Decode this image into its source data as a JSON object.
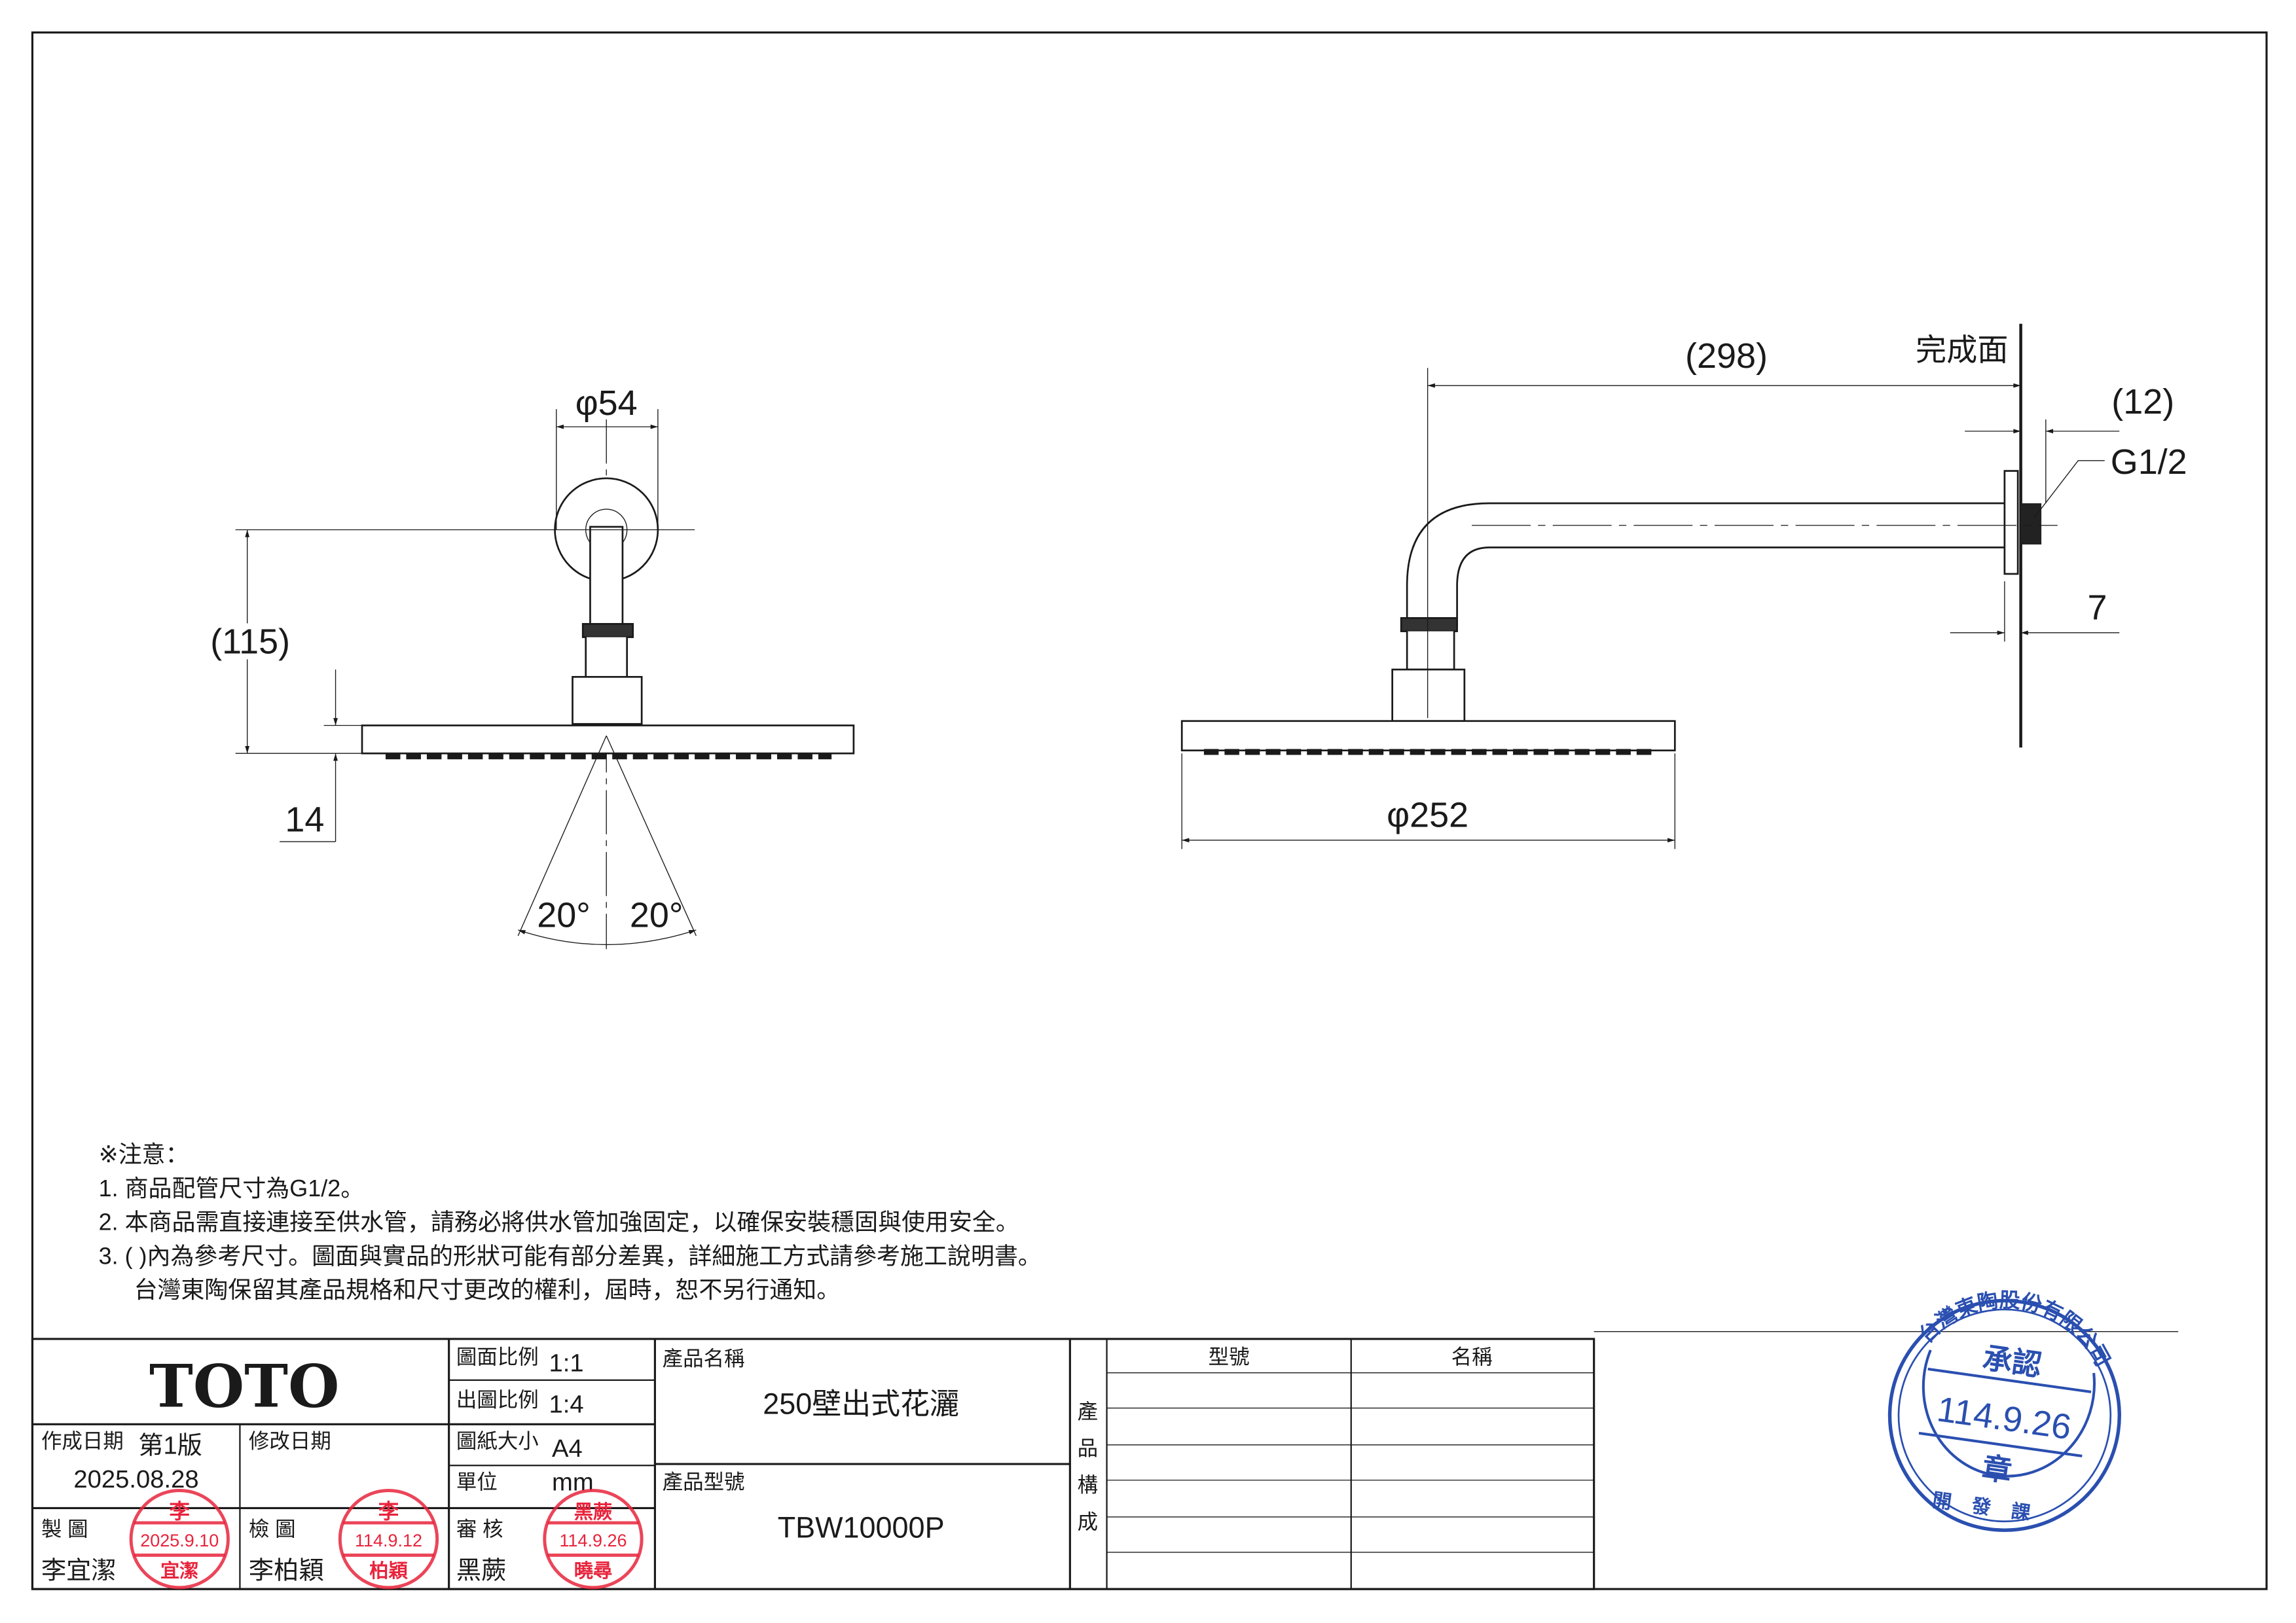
{
  "dimensions": {
    "front_escutcheon_dia": "φ54",
    "front_height": "(115)",
    "head_thickness": "14",
    "spray_angle_left": "20°",
    "spray_angle_right": "20°",
    "arm_length": "(298)",
    "finish_surface": "完成面",
    "thread_length": "(12)",
    "thread_size": "G1/2",
    "flange_offset": "7",
    "head_dia": "φ252"
  },
  "notes": {
    "title": "※注意：",
    "items": [
      "1.  商品配管尺寸為G1/2。",
      "2.  本商品需直接連接至供水管，請務必將供水管加強固定，以確保安裝穩固與使用安全。",
      "3.  (      )內為參考尺寸。圖面與實品的形狀可能有部分差異，詳細施工方式請參考施工說明書。",
      "台灣東陶保留其產品規格和尺寸更改的權利，屆時，恕不另行通知。"
    ]
  },
  "title_block": {
    "logo": "TOTO",
    "drawing_scale_label": "圖面比例",
    "drawing_scale": "1:1",
    "print_scale_label": "出圖比例",
    "print_scale": "1:4",
    "paper_size_label": "圖紙大小",
    "paper_size": "A4",
    "unit_label": "單位",
    "unit": "mm",
    "created_label": "作成日期",
    "version": "第1版",
    "created_date": "2025.08.28",
    "revised_label": "修改日期",
    "drawn_label": "製  圖",
    "drawn_by": "李宜潔",
    "checked_label": "檢  圖",
    "checked_by": "李柏穎",
    "reviewed_label": "審  核",
    "reviewed_by": "黑蕨",
    "product_name_label": "產品名稱",
    "product_name": "250壁出式花灑",
    "product_model_label": "產品型號",
    "product_model": "TBW10000P",
    "composition_label": [
      "產",
      "品",
      "構",
      "成"
    ],
    "composition_headers": [
      "型號",
      "名稱"
    ]
  },
  "stamps": {
    "drawn": {
      "surname": "李",
      "date": "2025.9.10",
      "name": "宜潔"
    },
    "checked": {
      "surname": "李",
      "date": "114.9.12",
      "name": "柏穎"
    },
    "reviewed": {
      "surname": "黑蕨",
      "date": "114.9.26",
      "name": "曉尋"
    },
    "approval": {
      "ring": "台灣東陶股份有限公司",
      "top": "承認",
      "date": "114.9.26",
      "bottom": "章",
      "footer": "開發課"
    }
  },
  "colors": {
    "stamp_red": "#e8243c",
    "stamp_blue": "#2a4fb0",
    "ink": "#1a1a1a"
  }
}
